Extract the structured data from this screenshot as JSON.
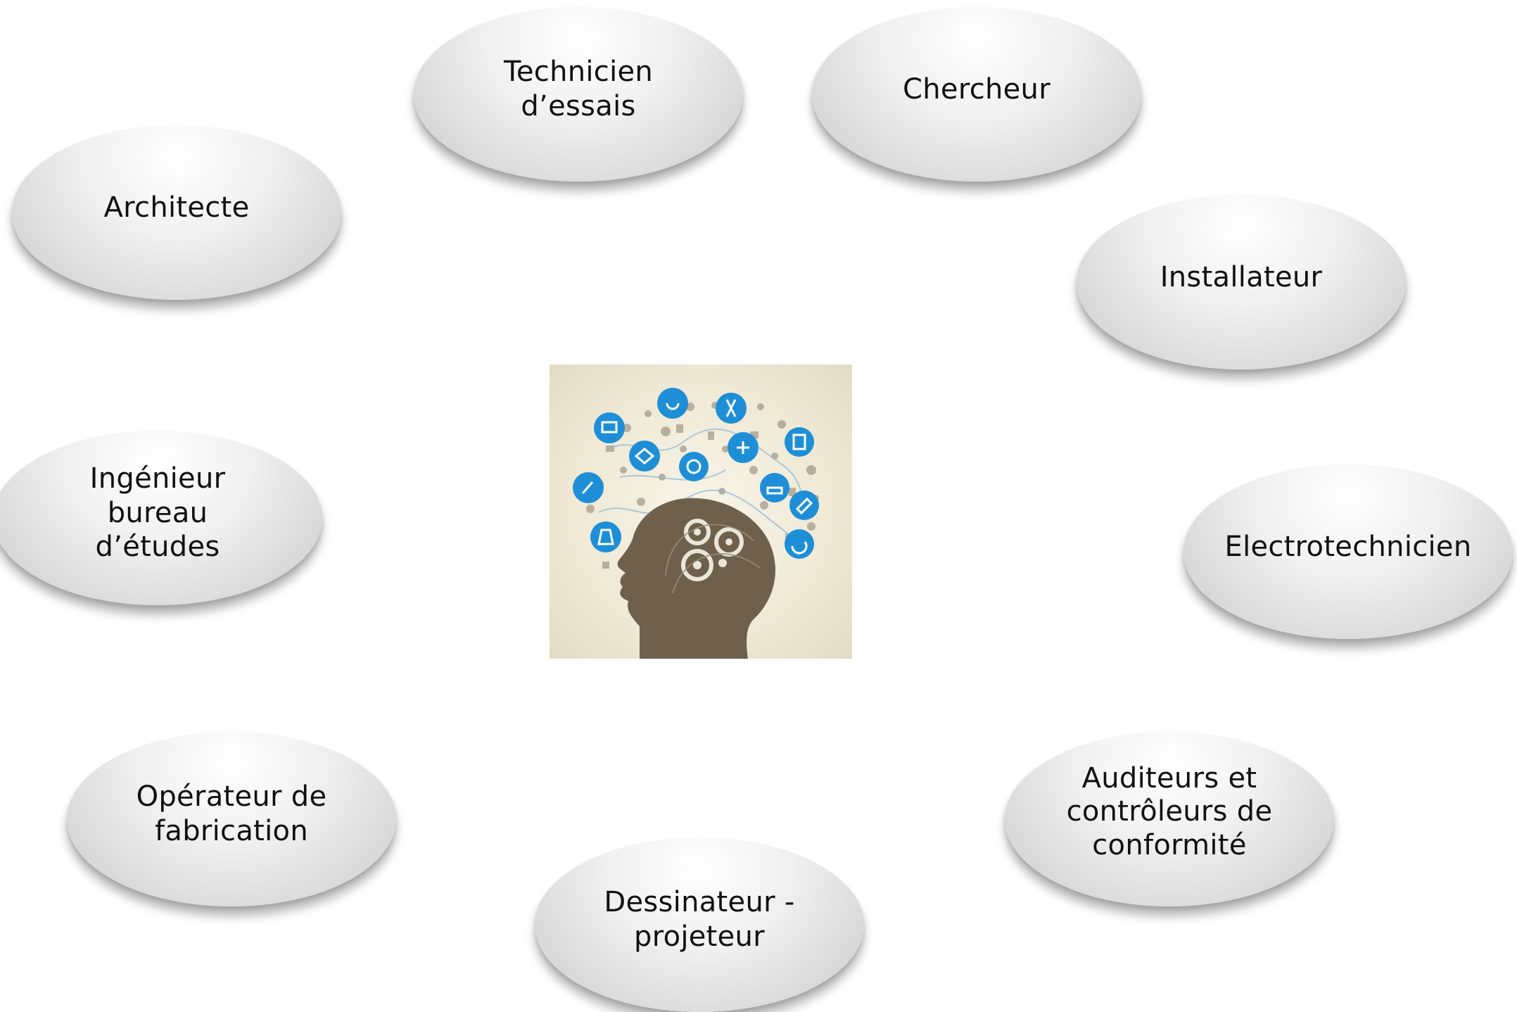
{
  "diagram": {
    "center_image": {
      "icon": "head-with-science-icons-icon"
    },
    "nodes": [
      {
        "id": "technicien",
        "label": "Technicien d’essais"
      },
      {
        "id": "chercheur",
        "label": "Chercheur"
      },
      {
        "id": "architecte",
        "label": "Architecte"
      },
      {
        "id": "installateur",
        "label": "Installateur"
      },
      {
        "id": "ingenieur",
        "label": "Ingénieur bureau\nd’études"
      },
      {
        "id": "electrotechnicien",
        "label": "Electrotechnicien"
      },
      {
        "id": "operateur",
        "label": "Opérateur de\nfabrication"
      },
      {
        "id": "auditeurs",
        "label": "Auditeurs et\ncontrôleurs de\nconformité"
      },
      {
        "id": "dessinateur",
        "label": "Dessinateur -\nprojeteur"
      }
    ],
    "colors": {
      "icon_blue": "#1e8fd6",
      "head_brown": "#6e604b",
      "bubble_gray": "#dcdcdc"
    }
  }
}
